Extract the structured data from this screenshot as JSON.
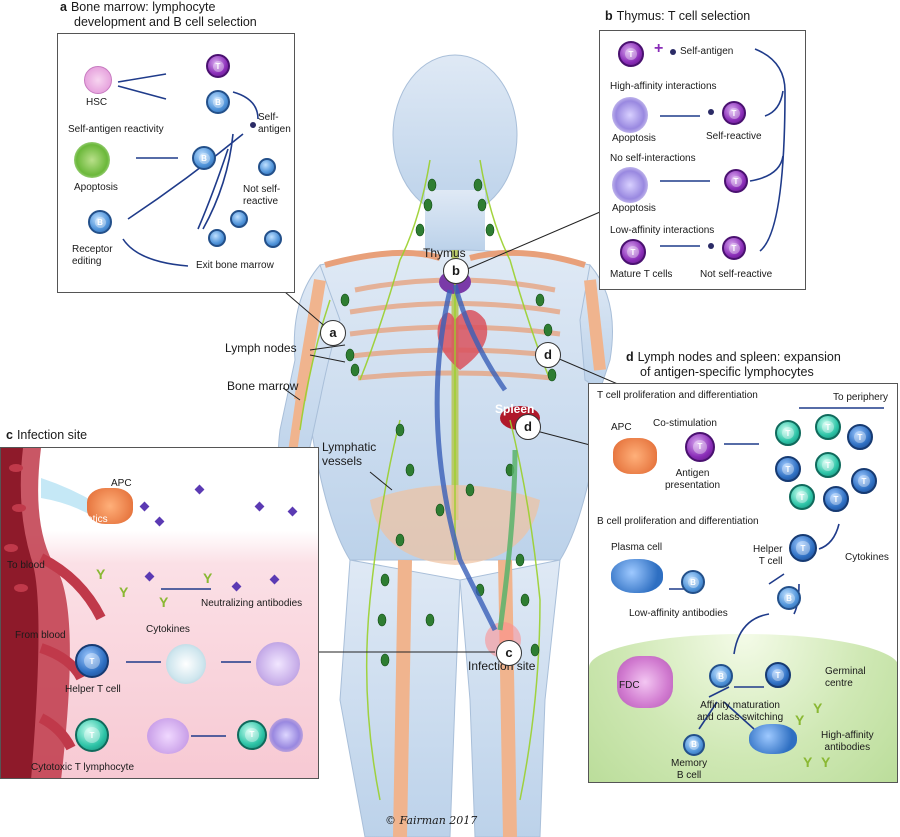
{
  "panel_a": {
    "letter": "a",
    "title_line1": "Bone marrow: lymphocyte",
    "title_line2": "development and B cell selection",
    "hsc": "HSC",
    "self_antigen": "Self-antigen",
    "self_antigen_reactivity": "Self-antigen reactivity",
    "apoptosis": "Apoptosis",
    "not_self_reactive": "Not self-reactive",
    "receptor_editing": "Receptor editing",
    "exit_bone_marrow": "Exit bone marrow"
  },
  "panel_b": {
    "letter": "b",
    "title": "Thymus: T cell selection",
    "self_antigen": "Self-antigen",
    "high_affinity": "High-affinity interactions",
    "apoptosis_1": "Apoptosis",
    "self_reactive": "Self-reactive",
    "no_self_interactions": "No self-interactions",
    "apoptosis_2": "Apoptosis",
    "low_affinity": "Low-affinity interactions",
    "mature_t_cells": "Mature T cells",
    "not_self_reactive": "Not self-reactive"
  },
  "panel_c": {
    "letter": "c",
    "title": "Infection site",
    "apc": "APC",
    "to_lymphatics": "To lymphatics",
    "to_blood": "To blood",
    "neutralizing_antibodies": "Neutralizing antibodies",
    "from_blood": "From blood",
    "cytokines": "Cytokines",
    "helper_t_cell": "Helper T cell",
    "cytotoxic_t": "Cytotoxic T lymphocyte"
  },
  "panel_d": {
    "letter": "d",
    "title_line1": "Lymph nodes and spleen: expansion",
    "title_line2": "of antigen-specific lymphocytes",
    "t_prolif": "T cell proliferation and differentiation",
    "to_periphery": "To periphery",
    "apc": "APC",
    "co_stimulation": "Co-stimulation",
    "antigen_presentation_1": "Antigen",
    "antigen_presentation_2": "presentation",
    "b_prolif": "B cell proliferation and differentiation",
    "plasma_cell": "Plasma cell",
    "helper_t_1": "Helper",
    "helper_t_2": "T cell",
    "cytokines": "Cytokines",
    "low_affinity_antibodies": "Low-affinity antibodies",
    "fdc": "FDC",
    "germinal_centre_1": "Germinal",
    "germinal_centre_2": "centre",
    "affinity_1": "Affinity maturation",
    "affinity_2": "and class switching",
    "high_affinity_1": "High-affinity",
    "high_affinity_2": "antibodies",
    "memory_1": "Memory",
    "memory_2": "B cell"
  },
  "body": {
    "thymus": "Thymus",
    "lymph_nodes": "Lymph nodes",
    "bone_marrow": "Bone marrow",
    "lymphatic_vessels_1": "Lymphatic",
    "lymphatic_vessels_2": "vessels",
    "spleen": "Spleen",
    "infection_site": "Infection site",
    "marker_a": "a",
    "marker_b": "b",
    "marker_c": "c",
    "marker_d1": "d",
    "marker_d2": "d"
  },
  "cell_letters": {
    "t": "T",
    "b": "B"
  },
  "signature": "© Fairman 2017",
  "colors": {
    "t_cell": "#8a2db8",
    "b_cell": "#4f93d9",
    "arrow": "#1f3b8a",
    "node": "#2e7d32",
    "bone": "#e8a07a",
    "body": "#c9dcf0"
  }
}
